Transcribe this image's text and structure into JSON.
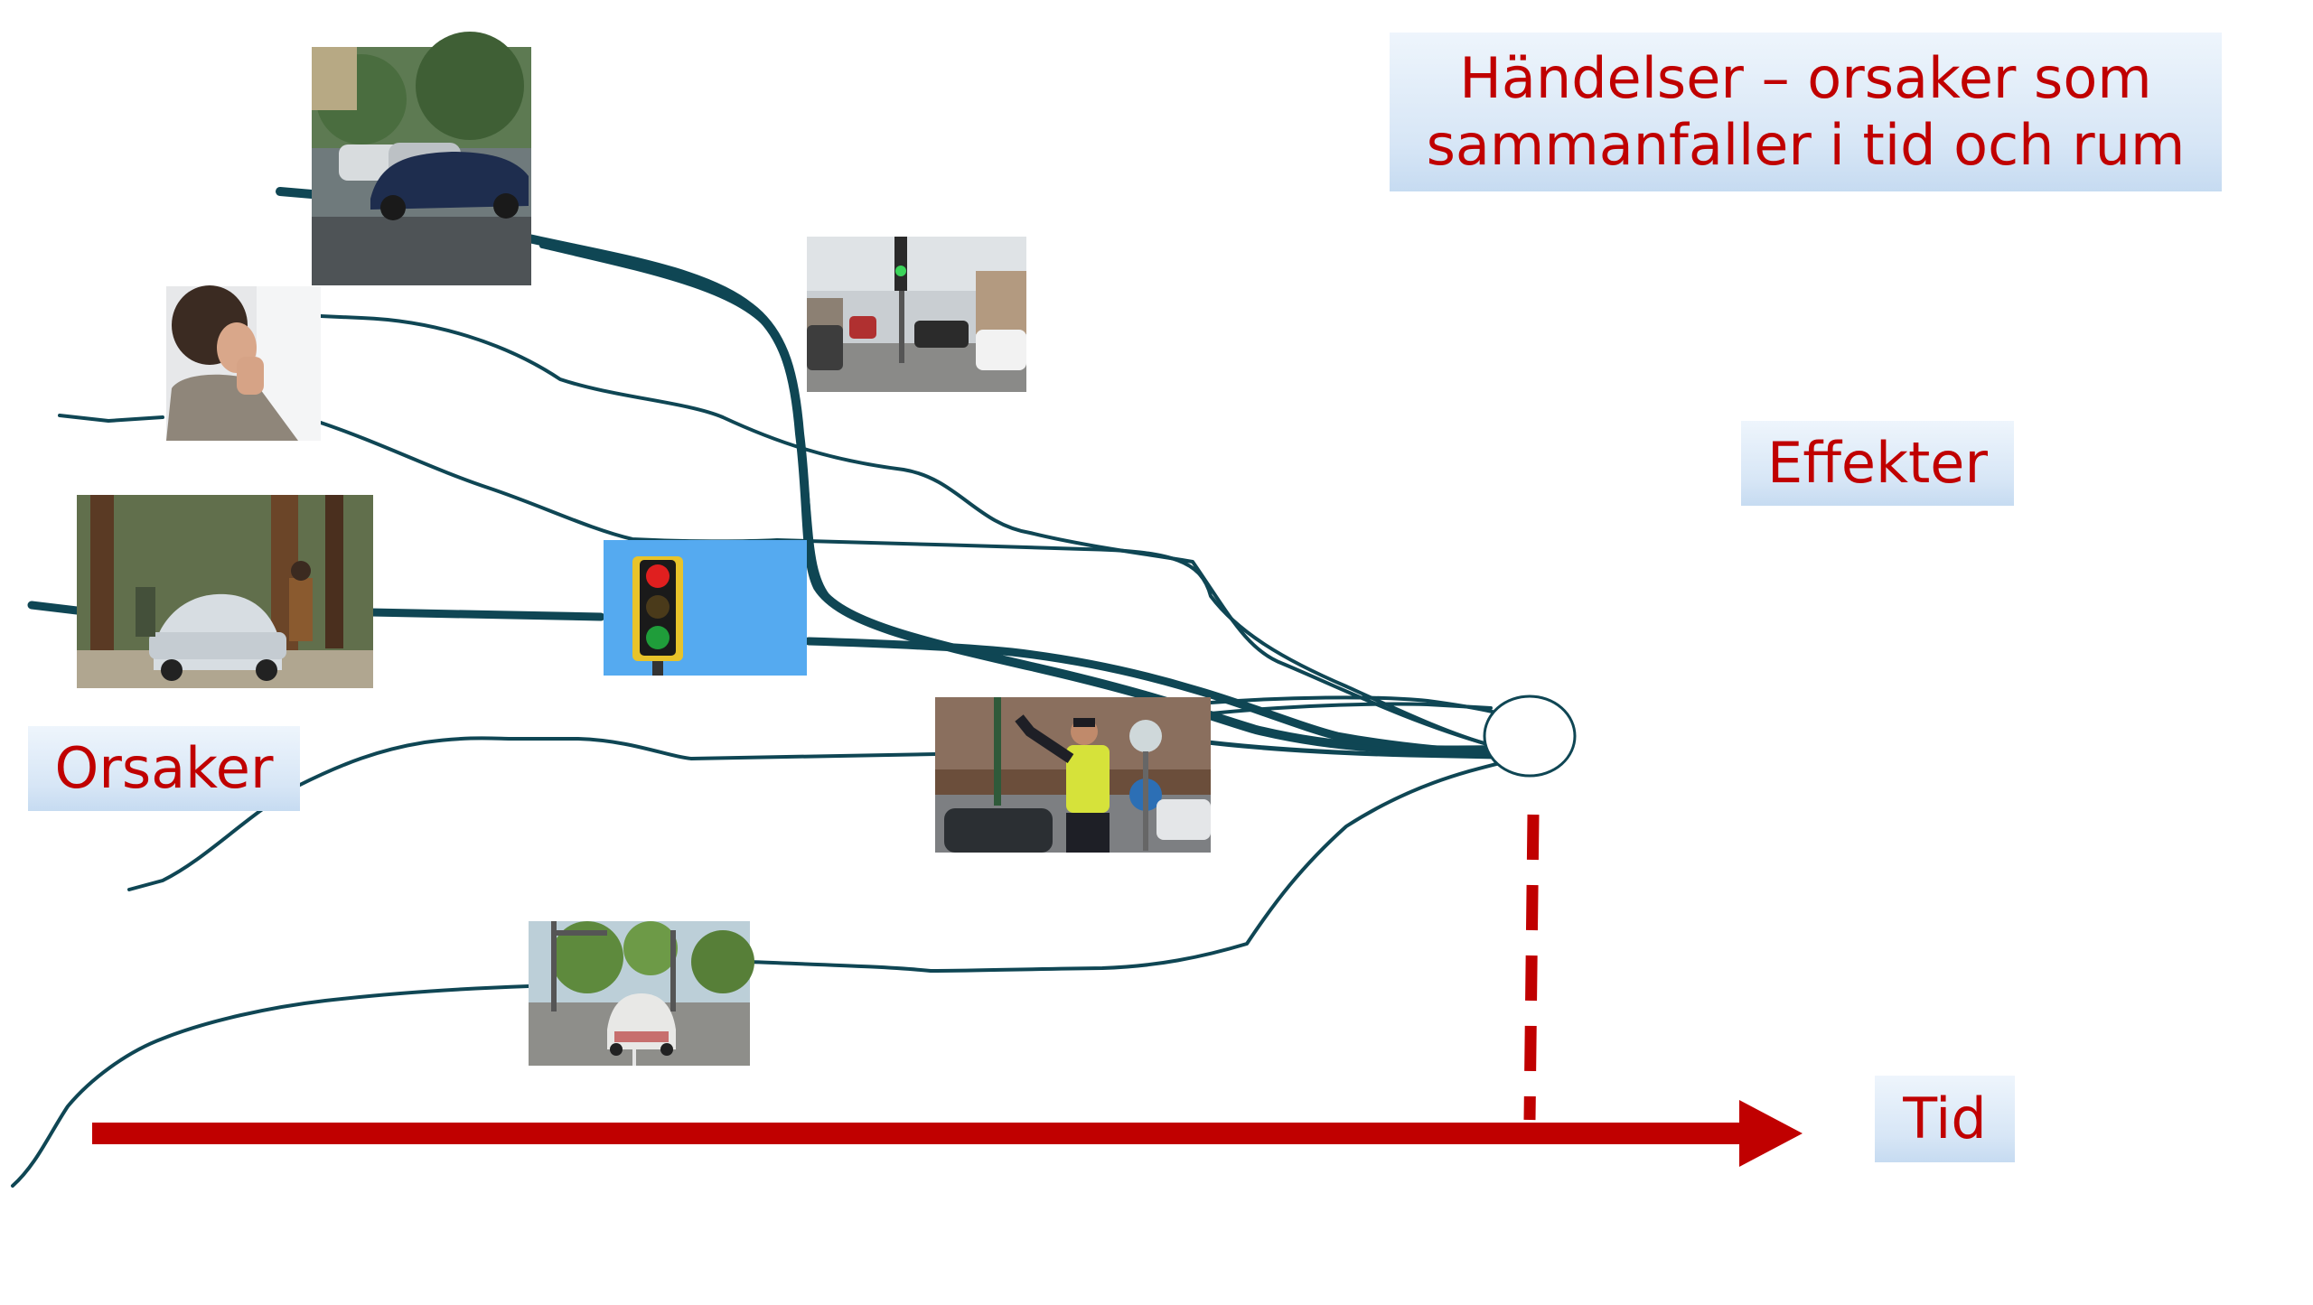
{
  "title": {
    "line1": "Händelser – orsaker som",
    "line2": "sammanfaller i tid och rum"
  },
  "labels": {
    "effects": "Effekter",
    "causes": "Orsaker",
    "time": "Tid"
  },
  "pictures": [
    "parked-cars-photo",
    "person-on-phone-photo",
    "car-stop-in-forest-photo",
    "traffic-light-icon",
    "street-green-light-photo",
    "police-directing-traffic-photo",
    "car-at-intersection-photo"
  ],
  "colors": {
    "causal_lines": "#0f4654",
    "accent_red": "#c00000",
    "label_bg_top": "#eef5fc",
    "label_bg_bottom": "#c6dbf1",
    "sky_blue": "#55aaf0"
  }
}
